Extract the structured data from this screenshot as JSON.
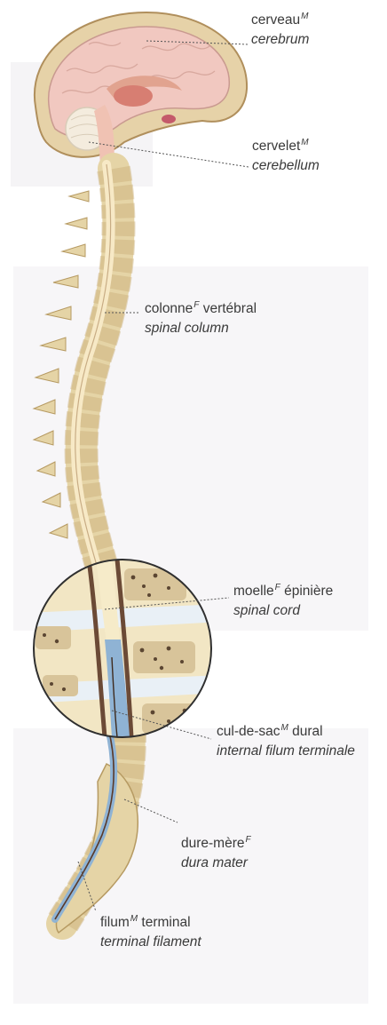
{
  "labels": {
    "cerebrum": {
      "fr": "cerveau",
      "gender": "M",
      "en": "cerebrum"
    },
    "cerebellum": {
      "fr": "cervelet",
      "gender": "M",
      "en": "cerebellum"
    },
    "spinal_column": {
      "fr": "colonne",
      "gender": "F",
      "fr_suffix": "vertébral",
      "en": "spinal column"
    },
    "spinal_cord": {
      "fr": "moelle",
      "gender": "F",
      "fr_suffix": "épinière",
      "en": "spinal cord"
    },
    "cul_de_sac": {
      "fr": "cul-de-sac",
      "gender": "M",
      "fr_suffix": "dural",
      "en": "internal filum terminale"
    },
    "dura_mater": {
      "fr": "dure-mère",
      "gender": "F",
      "en": "dura mater"
    },
    "terminal_filament": {
      "fr": "filum",
      "gender": "M",
      "fr_suffix": "terminal",
      "en": "terminal filament"
    }
  }
}
